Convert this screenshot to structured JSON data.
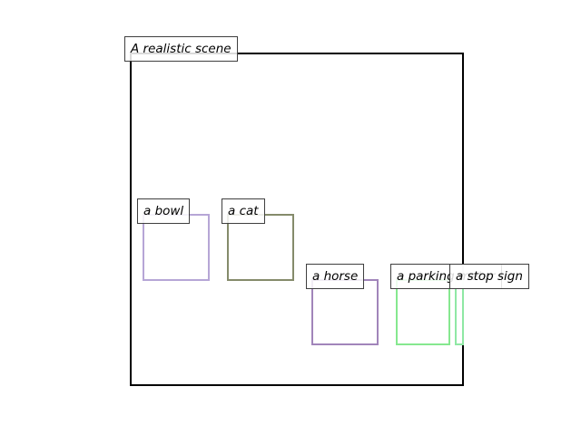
{
  "scene": {
    "label": "A realistic scene",
    "frame_color": "#000000"
  },
  "objects": [
    {
      "label": "a bowl",
      "color": "#b6a6d6"
    },
    {
      "label": "a cat",
      "color": "#858b6b"
    },
    {
      "label": "a horse",
      "color": "#a185ba"
    },
    {
      "label": "a parking meter",
      "color": "#86e88f"
    },
    {
      "label": "a stop sign",
      "color": "#8fe8a4"
    }
  ]
}
